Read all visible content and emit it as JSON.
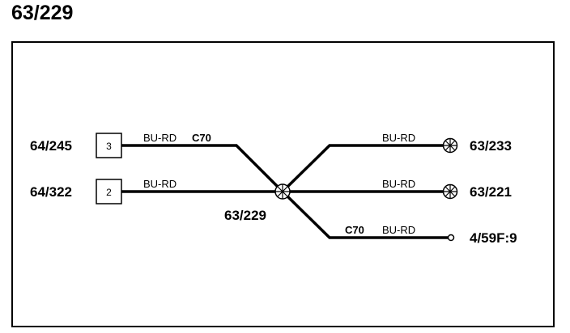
{
  "title": "63/229",
  "splice": {
    "label": "63/229"
  },
  "connectors_left": [
    {
      "id": "64/245",
      "pin": "3"
    },
    {
      "id": "64/322",
      "pin": "2"
    }
  ],
  "endpoints_right": [
    {
      "id": "63/233"
    },
    {
      "id": "63/221"
    },
    {
      "id": "4/59F:9"
    }
  ],
  "wires": [
    {
      "color": "BU-RD",
      "code": "C70"
    },
    {
      "color": "BU-RD",
      "code": ""
    },
    {
      "color": "BU-RD",
      "code": ""
    },
    {
      "color": "BU-RD",
      "code": ""
    },
    {
      "color": "BU-RD",
      "code": "C70"
    }
  ]
}
